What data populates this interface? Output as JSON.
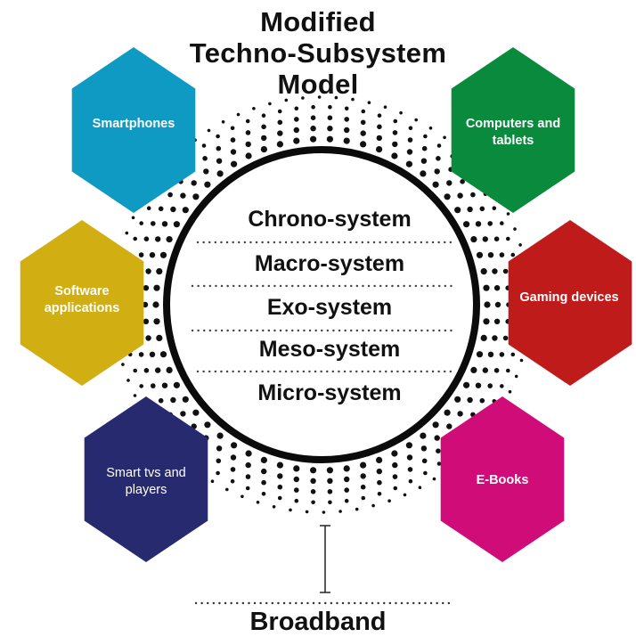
{
  "diagram": {
    "title_lines": [
      "Modified",
      "Techno-Subsystem",
      "Model"
    ],
    "layers": [
      "Chrono-system",
      "Macro-system",
      "Exo-system",
      "Meso-system",
      "Micro-system"
    ],
    "devices": [
      {
        "lines": [
          "Smartphones"
        ],
        "color": "#0e9ac3"
      },
      {
        "lines": [
          "Computers and",
          "tablets"
        ],
        "color": "#0a8a3c"
      },
      {
        "lines": [
          "Software",
          "applications"
        ],
        "color": "#d1ae12"
      },
      {
        "lines": [
          "Gaming devices"
        ],
        "color": "#c01b1b"
      },
      {
        "lines": [
          "Smart tvs and",
          "players"
        ],
        "color": "#272a6e"
      },
      {
        "lines": [
          "E-Books"
        ],
        "color": "#cf0c78"
      }
    ],
    "bottom_label": "Broadband"
  }
}
